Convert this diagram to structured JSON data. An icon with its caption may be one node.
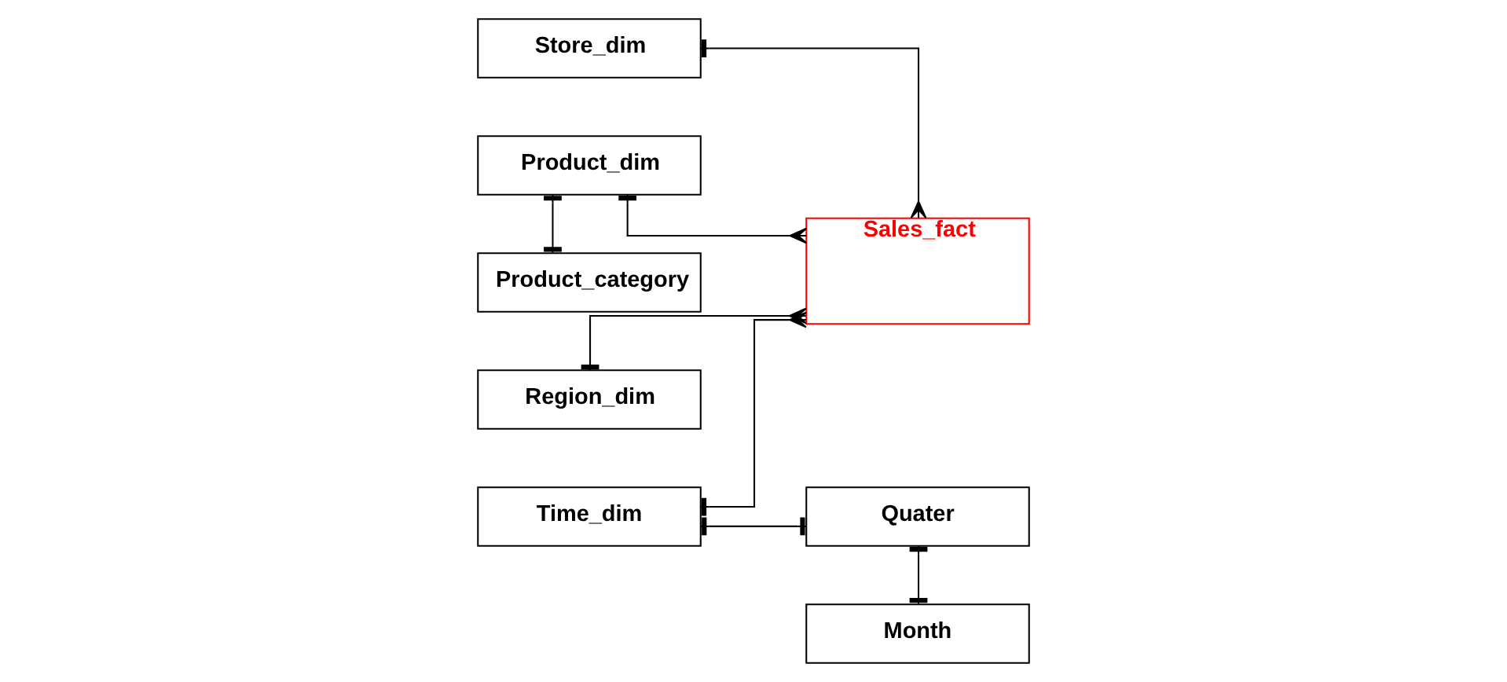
{
  "diagram": {
    "nodes": [
      {
        "text": [
          "Store_dim"
        ]
      },
      {
        "text": [
          "Time_dim"
        ]
      },
      {
        "text": [
          "Quater"
        ]
      },
      {
        "text": [
          "Sales_fact"
        ]
      },
      {
        "text": [
          "Month"
        ]
      },
      {
        "text": [
          "Product_dim"
        ]
      },
      {
        "text": [
          "Region_dim"
        ]
      },
      {
        "text": [
          "Product_category"
        ]
      }
    ],
    "edges": [
      {
        "from": 0,
        "to": 3,
        "arrow": "other"
      },
      {
        "from": 1,
        "to": 3,
        "arrow": "other"
      },
      {
        "from": 1,
        "to": 2,
        "arrow": "other"
      },
      {
        "from": 2,
        "to": 4,
        "arrow": "other"
      },
      {
        "from": 5,
        "to": 3,
        "arrow": "other"
      },
      {
        "from": 6,
        "to": 3,
        "arrow": "other"
      },
      {
        "from": 5,
        "to": 7,
        "arrow": "other"
      }
    ]
  }
}
